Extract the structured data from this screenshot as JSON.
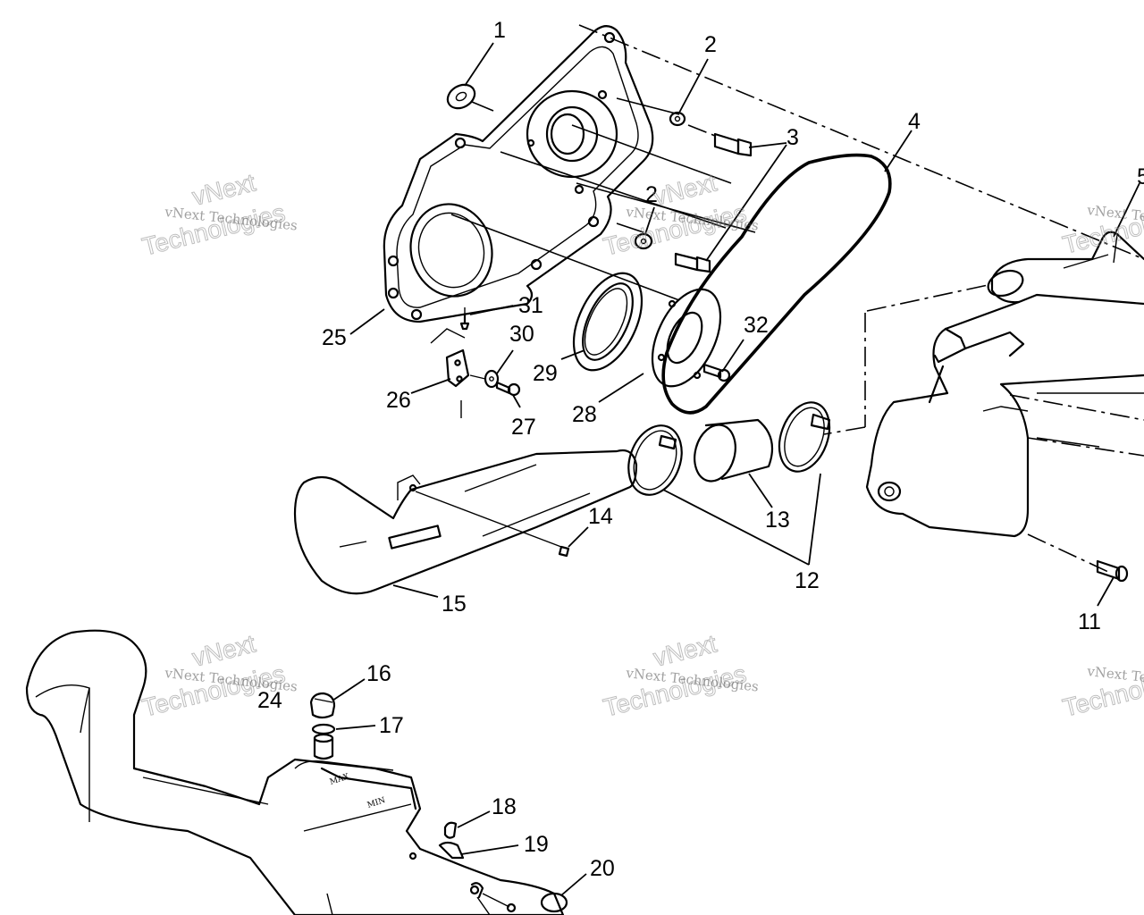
{
  "callouts": [
    "1",
    "2",
    "2",
    "3",
    "4",
    "5",
    "11",
    "12",
    "13",
    "14",
    "15",
    "16",
    "17",
    "18",
    "19",
    "20",
    "24",
    "25",
    "26",
    "27",
    "28",
    "29",
    "30",
    "31",
    "32"
  ],
  "watermark": {
    "brand_lines": [
      "vNext",
      "Technologies"
    ],
    "caption": "vNext Technologies",
    "caption_cut": "vNext Te"
  },
  "tank_markings": {
    "max": "MAX",
    "min": "MIN"
  }
}
